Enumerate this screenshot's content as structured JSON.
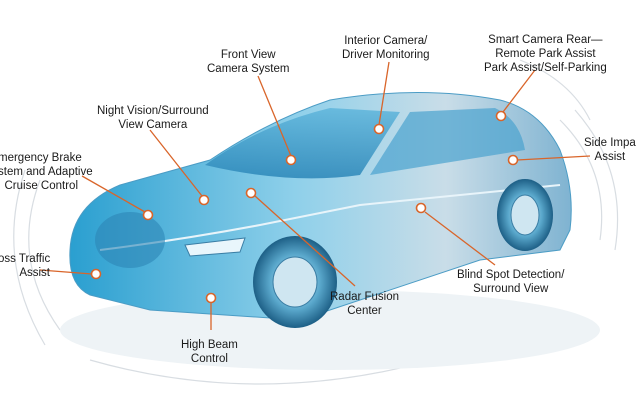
{
  "accent": "#d9652a",
  "labels": {
    "front_view": [
      "Front View",
      "Camera System"
    ],
    "interior": [
      "Interior Camera/",
      "Driver Monitoring"
    ],
    "smart_rear": [
      "Smart Camera Rear—",
      "Remote Park Assist",
      "Park Assist/Self-Parking"
    ],
    "night_vision": [
      "Night Vision/Surround",
      "View Camera"
    ],
    "emergency": [
      "mergency Brake",
      "stem and Adaptive",
      "Cruise Control"
    ],
    "side_impact": [
      "Side Impa",
      "Assist"
    ],
    "cross_traffic": [
      "oss Traffic",
      "Assist"
    ],
    "radar": [
      "Radar Fusion",
      "Center"
    ],
    "blind_spot": [
      "Blind Spot Detection/",
      "Surround View"
    ],
    "high_beam": [
      "High Beam",
      "Control"
    ]
  }
}
